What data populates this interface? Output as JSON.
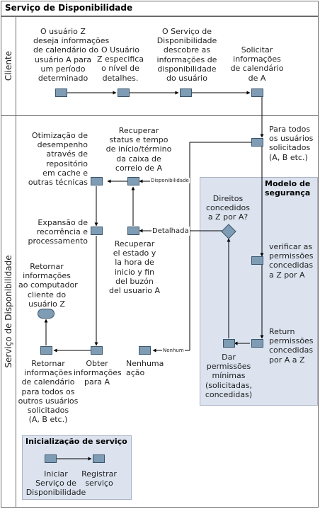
{
  "title": "Serviço de Disponibilidade",
  "lanes": {
    "client": "Cliente",
    "service": "Serviço de Disponibilidade"
  },
  "panels": {
    "security": "Modelo de\nsegurança",
    "init": "Inicialização de serviço"
  },
  "client_steps": {
    "request_info": "O usuário Z\ndeseja informações\nde calendário do\nusuário A para\num período\ndeterminado",
    "detail_level": "O Usuário\nZ especifica\no nível de\ndetalhes.",
    "discover": "O Serviço de\nDisponibilidade\ndescobre as\ninformações de\ndisponibilidade\ndo usuário",
    "request_calendar": "Solicitar\ninformações\nde calendário\nde A"
  },
  "service_steps": {
    "for_all_users": "Para todos\nos usuários\nsolicitados\n(A, B etc.)",
    "optimization": "Otimização de\ndesempenho\natravés de\nrepositório\nem cache e\noutras técnicas",
    "retrieve_status": "Recuperar\nstatus e tempo\nde início/término\nda caixa de\ncorreio de A",
    "recurrence": "Expansão de\nrecorrência e\nprocessamento",
    "recover_state": "Recuperar\nel estado y\nla hora de\ninicio y fin\ndel buzón\ndel usuario A",
    "rights_question": "Direitos\nconcedidos\na Z por A?",
    "verify_permissions": "verificar as\npermissões\nconcedidas\na Z por A",
    "return_permissions": "Return\npermissões\nconcedidas\npor A a Z",
    "give_min_permissions": "Dar\npermissões\nmínimas\n(solicitadas,\nconcedidas)",
    "return_to_client": "Retornar\ninformações\nao computador\ncliente do\nusuário Z",
    "return_calendar": "Retornar\ninformações\nde calendário\npara todos os\noutros usuários\nsolicitados\n(A, B etc.)",
    "get_info": "Obter\ninformações\npara A",
    "none_action": "Nenhuma\nação"
  },
  "edge_labels": {
    "availability": "Disponibilidade",
    "detailed": "Detalhada",
    "none": "Nenhum"
  },
  "init_steps": {
    "start": "Iniciar\nServiço de\nDisponibilidade",
    "register": "Registrar\nserviço"
  },
  "colors": {
    "box_fill": "#7f9cb5",
    "box_border": "#3b556c",
    "panel_fill": "#dce3ef",
    "border": "#6b6b6b"
  }
}
